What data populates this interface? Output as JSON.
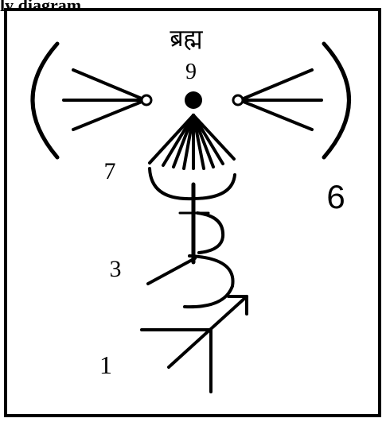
{
  "header": {
    "text": "ly diagram"
  },
  "diagram": {
    "top_label": "ब्रह्म",
    "labels": {
      "nine": "9",
      "seven": "7",
      "six": "6",
      "three": "3",
      "one": "1"
    }
  },
  "colors": {
    "ink": "#000000",
    "background": "#ffffff"
  }
}
